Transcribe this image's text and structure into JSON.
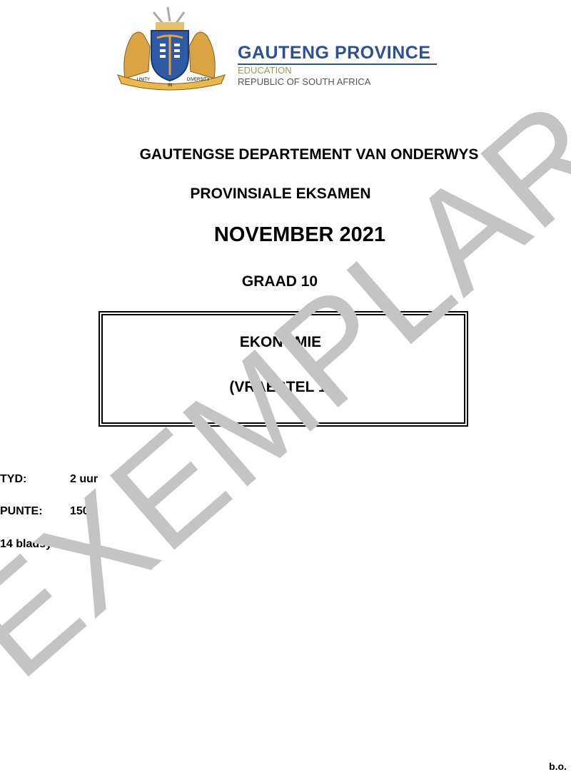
{
  "logo": {
    "title": "GAUTENG PROVINCE",
    "line2": "EDUCATION",
    "line3": "REPUBLIC OF SOUTH AFRICA",
    "motto": [
      "UNITY",
      "IN",
      "DIVERSITY"
    ],
    "colors": {
      "blue": "#2d4f93",
      "gold": "#d9a441"
    }
  },
  "header": {
    "department": "GAUTENGSE DEPARTEMENT VAN ONDERWYS",
    "exam": "PROVINSIALE EKSAMEN",
    "date": "NOVEMBER 2021",
    "grade": "GRAAD 10"
  },
  "subject_box": {
    "subject": "EKONOMIE",
    "paper": "(VRAESTEL 1)"
  },
  "details": {
    "time_label": "TYD:",
    "time_value": "2 uur",
    "marks_label": "PUNTE:",
    "marks_value": "150",
    "pages": "14 bladsye"
  },
  "watermark": "EXEMPLAR",
  "footer": "b.o."
}
